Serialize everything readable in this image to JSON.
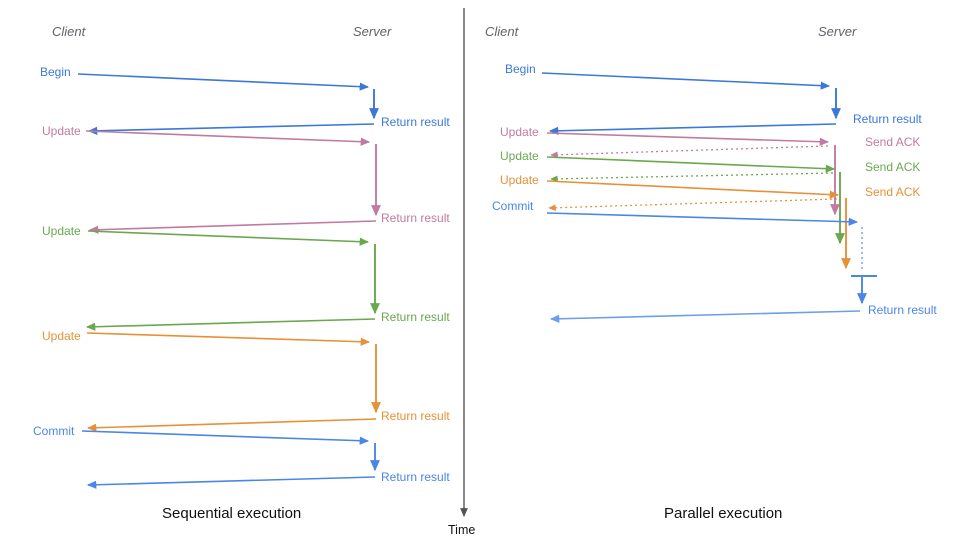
{
  "colors": {
    "begin_blue": "#3b78d8",
    "commit_blue": "#4a86e8",
    "return_light_blue": "#6d9eeb",
    "update1_magenta": "#c27ba0",
    "update2_green": "#6aa84f",
    "update3_orange": "#e69138",
    "lifeline_header_gray": "#5f6368",
    "time_axis_gray": "#555555",
    "caption_black": "#111111"
  },
  "time_axis": {
    "label": "Time"
  },
  "panels": {
    "sequential": {
      "client_label": "Client",
      "server_label": "Server",
      "caption": "Sequential execution",
      "messages": [
        {
          "label": "Begin",
          "return_label": "Return result",
          "color": "#3b78d8",
          "style": "solid-request-solid-return"
        },
        {
          "label": "Update",
          "return_label": "Return result",
          "color": "#c27ba0",
          "style": "solid-request-solid-return"
        },
        {
          "label": "Update",
          "return_label": "Return result",
          "color": "#6aa84f",
          "style": "solid-request-solid-return"
        },
        {
          "label": "Update",
          "return_label": "Return result",
          "color": "#e69138",
          "style": "solid-request-solid-return"
        },
        {
          "label": "Commit",
          "return_label": "Return result",
          "color": "#4a86e8",
          "style": "solid-request-solid-return"
        }
      ]
    },
    "parallel": {
      "client_label": "Client",
      "server_label": "Server",
      "caption": "Parallel execution",
      "messages": [
        {
          "label": "Begin",
          "return_label": "Return result",
          "color": "#3b78d8",
          "style": "solid-request-solid-return"
        },
        {
          "label": "Update",
          "ack_label": "Send ACK",
          "color": "#c27ba0",
          "style": "solid-request-dotted-ack"
        },
        {
          "label": "Update",
          "ack_label": "Send ACK",
          "color": "#6aa84f",
          "style": "solid-request-dotted-ack"
        },
        {
          "label": "Update",
          "ack_label": "Send ACK",
          "color": "#e69138",
          "style": "solid-request-dotted-ack"
        },
        {
          "label": "Commit",
          "return_label": "Return result",
          "color": "#4a86e8",
          "style": "solid-request-wait-then-return"
        }
      ]
    }
  }
}
